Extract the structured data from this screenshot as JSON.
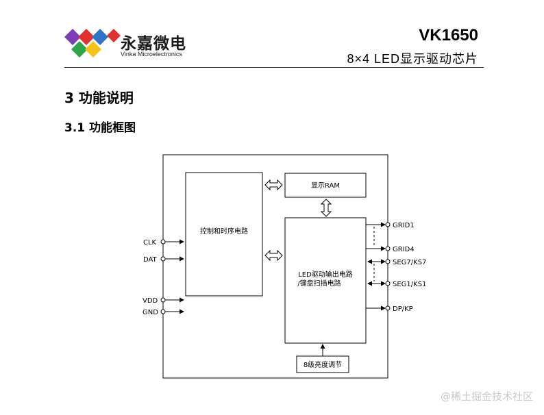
{
  "header": {
    "company_name": "永嘉微电",
    "company_name_en": "Vinka Microelectronics",
    "doc_code": "VK1650",
    "doc_subtitle": "8×4  LED显示驱动芯片"
  },
  "section": {
    "heading": "3   功能说明",
    "subheading": "3.1  功能框图"
  },
  "diagram": {
    "blocks": {
      "control": "控制和时序电路",
      "ram": "显示RAM",
      "led_driver_line1": "LED驱动输出电路",
      "led_driver_line2": "/键盘扫描电路",
      "brightness": "8级亮度调节"
    },
    "left_pins": {
      "clk": "CLK",
      "dat": "DAT",
      "vdd": "VDD",
      "gnd": "GND"
    },
    "right_pins": {
      "grid1": "GRID1",
      "grid4": "GRID4",
      "seg7": "SEG7/KS7",
      "seg1": "SEG1/KS1",
      "dp": "DP/KP"
    }
  },
  "watermark": "@稀土掘金技术社区",
  "colors": {
    "logo_blue": "#2f74c9",
    "logo_red": "#e0312d",
    "logo_green": "#2fa44b",
    "logo_yellow": "#f2c21b",
    "logo_purple": "#7b3fb5"
  }
}
